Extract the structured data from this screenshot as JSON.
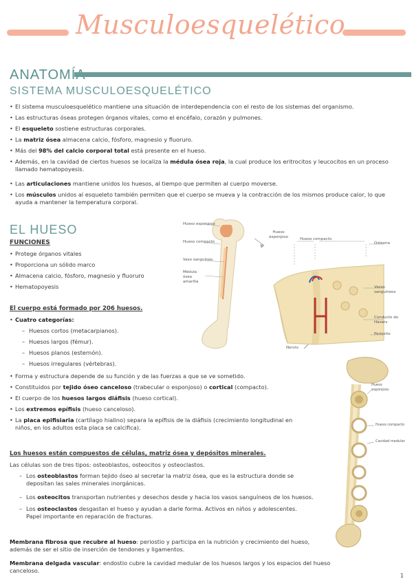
{
  "title": "Musculoesquelético",
  "anatomia": "ANATOMÍA",
  "sistema": "SISTEMA MUSCULOESQUELÉTICO",
  "sistema_items": [
    "El sistema musculoesquelético mantiene una situación de interdependencia con el resto de los sistemas del organismo.",
    "Las estructuras óseas protegen órganos vitales, como el encéfalo, corazón y pulmones.",
    [
      "El ",
      "esqueleto",
      " sostiene estructuras corporales."
    ],
    [
      "La ",
      "matriz ósea",
      " almacena calcio, fósforo, magnesio y fluoruro."
    ],
    [
      "Más del ",
      "98% del calcio corporal total",
      " está presente en el hueso."
    ],
    [
      "Además, en la cavidad de ciertos huesos se localiza la ",
      "médula ósea roja",
      ", la cual produce los eritrocitos y leucocitos en un proceso llamado hematopoyesis."
    ],
    [
      "Las ",
      "articulaciones",
      " mantiene unidos los huesos, al tiempo que permiten al cuerpo moverse."
    ],
    [
      "Los ",
      "músculos",
      " unidos al esqueleto también permiten que el cuerpo se mueva y la contracción de los mismos produce calor, lo que ayuda a mantener la temperatura corporal."
    ]
  ],
  "hueso_title": "EL HUESO",
  "funciones_title": "FUNCIONES",
  "funciones": [
    "Protege órganos vitales",
    "Proporciona un sólido marco",
    "Almacena calcio, fósforo, magnesio y fluoruro",
    "Hematopoyesis"
  ],
  "cuerpo_title": "El cuerpo está formado por 206 huesos.",
  "cuatro": "Cuatro categorías:",
  "categorias": [
    "Huesos cortos (metacarpianos).",
    "Huesos largos (fémur).",
    "Huesos planos (esternón).",
    "Huesos irregulares (vértebras)."
  ],
  "hueso_items": [
    [
      "Forma y estructura depende de su función y de las fuerzas a que se ve sometido.",
      "",
      ""
    ],
    [
      "Constituidos por ",
      "tejido óseo canceloso",
      " (trabecular o esponjoso) o ",
      "cortical",
      " (compacto)."
    ],
    [
      "El cuerpo de los ",
      "huesos largos diáfisis",
      " (hueso cortical)."
    ],
    [
      "Los ",
      "extremos epífisis",
      " (hueso canceloso)."
    ],
    [
      "La ",
      "placa epifisiaria",
      " (cartílago hialino) separa la epífisis de la diáfisis (crecimiento longitudinal en niños, en los adultos esta placa se calcifica)."
    ]
  ],
  "compuestos_title": "Los huesos están compuestos de células, matriz ósea y depósitos minerales.",
  "celulas_intro": "Las células son de tres tipos: osteoblastos, osteocitos y osteoclastos.",
  "celulas": [
    [
      "Los ",
      "osteoblastos",
      " forman tejido óseo al secretar la matriz ósea, que es la estructura donde se depositan las sales minerales inorgánicas."
    ],
    [
      "Los ",
      "osteocitos",
      " transportan nutrientes y desechos desde y hacia los vasos sanguíneos de los huesos."
    ],
    [
      "Los ",
      "osteoclastos",
      " desgastan el hueso y ayudan a darle forma. Activos en niños y adolescentes. Papel importante en reparación de fracturas."
    ]
  ],
  "membrana1_bold": "Membrana fibrosa que recubre al hueso",
  "membrana1_text": ": periostio y participa en la nutrición y crecimiento del hueso, además de ser el sitio de inserción de tendones y ligamentos.",
  "membrana2_bold": "Membrana delgada vascular",
  "membrana2_text": ": endostio cubre la cavidad medular de los huesos largos y los espacios del hueso canceloso.",
  "fig1_labels": {
    "esponjoso": "Hueso esponjoso",
    "compacto": "Hueso compacto",
    "vaso": "Vaso sanguíneo",
    "medula": "Médula ósea amarilla",
    "top_esponjoso": "Hueso esponjoso",
    "top_compacto": "Hueso compacto",
    "osteona": "Osteona",
    "vasos": "Vasos sanguíneos",
    "havers": "Conducto de Havers",
    "periostio": "Periostio",
    "nervio": "Nervio"
  },
  "fig2_labels": {
    "esponjoso": "Hueso esponjoso",
    "compacto": "Hueso compacto",
    "cavidad": "Cavidad medular"
  },
  "page_number": "1",
  "colors": {
    "title": "#f3a78e",
    "teal": "#6a9b9a",
    "bone": "#f0dcb0"
  }
}
